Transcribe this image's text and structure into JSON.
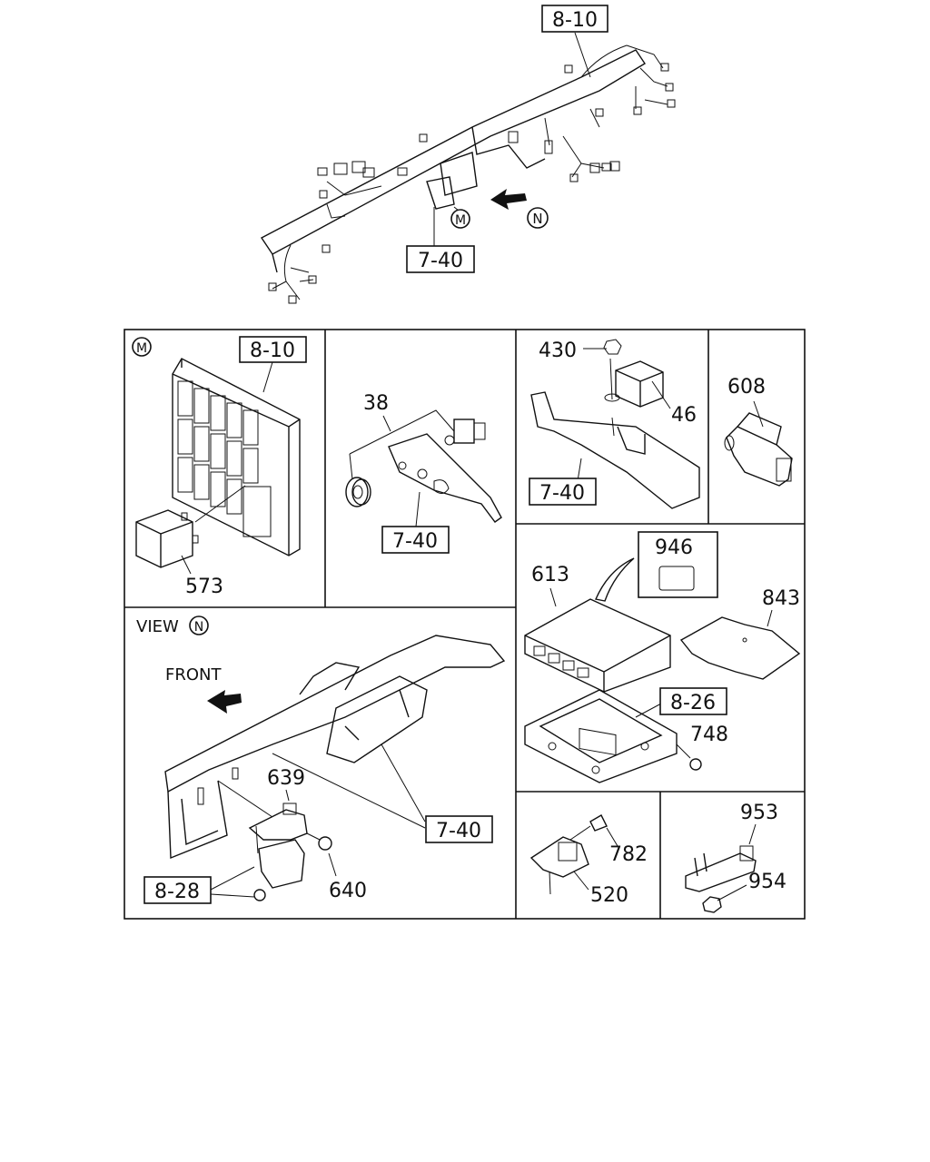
{
  "top_callouts": {
    "ref_8_10": "8-10",
    "ref_7_40": "7-40",
    "marker_m": "M",
    "marker_n": "N"
  },
  "panel_m": {
    "marker": "M",
    "ref_box": "8-10",
    "part_573": "573"
  },
  "panel_38": {
    "part_38": "38",
    "ref_box": "7-40"
  },
  "panel_relay": {
    "part_430": "430",
    "part_46": "46",
    "ref_box": "7-40"
  },
  "panel_608": {
    "part_608": "608"
  },
  "panel_view_n": {
    "view_label": "VIEW",
    "marker": "N",
    "front_label": "FRONT",
    "part_639": "639",
    "part_640": "640",
    "ref_7_40": "7-40",
    "ref_8_28": "8-28"
  },
  "panel_ecu": {
    "part_613": "613",
    "part_946": "946",
    "part_843": "843",
    "ref_8_26": "8-26",
    "part_748": "748"
  },
  "panel_520": {
    "part_782": "782",
    "part_520": "520"
  },
  "panel_953": {
    "part_953": "953",
    "part_954": "954"
  }
}
